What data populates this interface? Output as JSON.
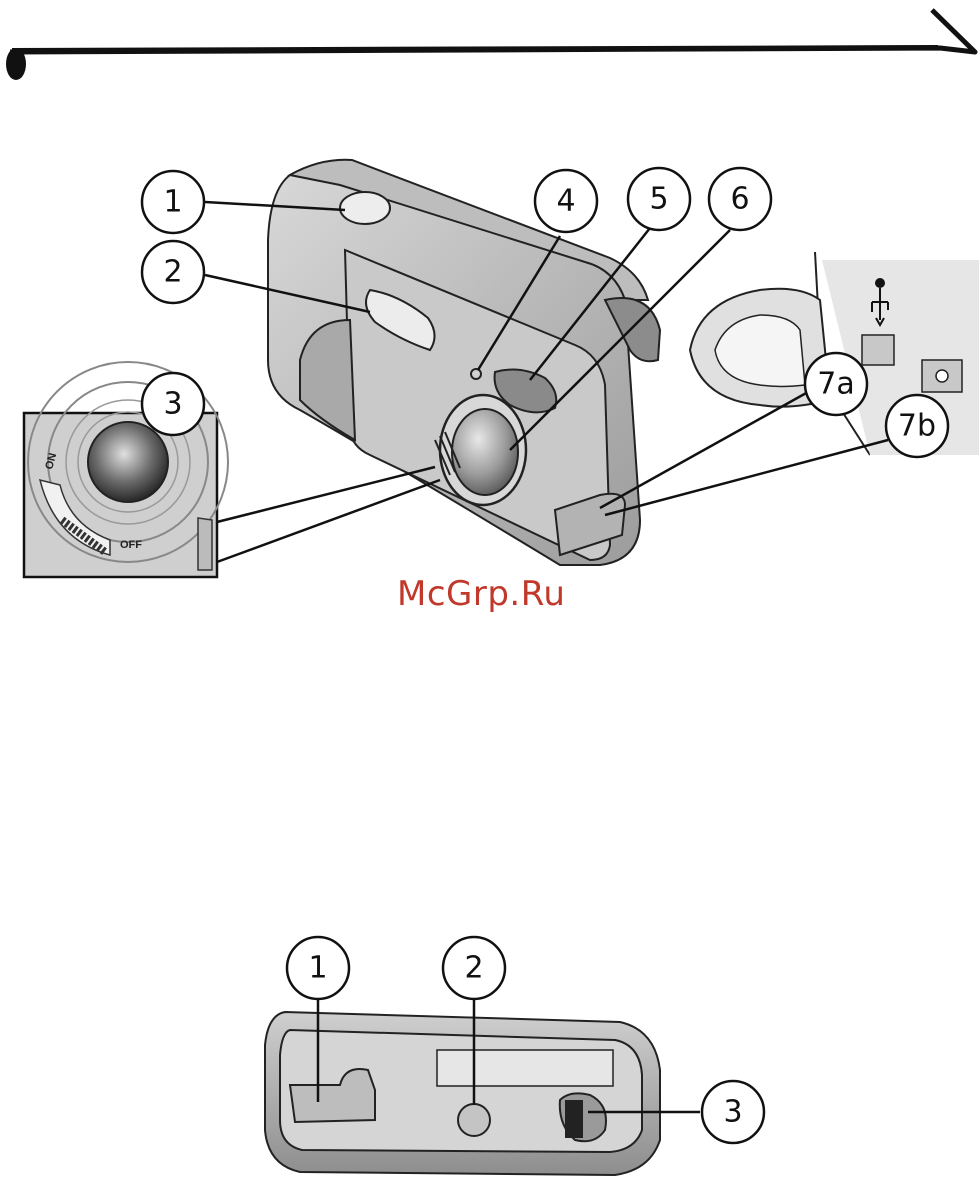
{
  "header": {
    "bar_color": "#111111"
  },
  "top_view": {
    "callouts": [
      {
        "label": "1"
      },
      {
        "label": "2"
      },
      {
        "label": "3"
      },
      {
        "label": "4"
      },
      {
        "label": "5"
      },
      {
        "label": "6"
      },
      {
        "label": "7a"
      },
      {
        "label": "7b"
      }
    ],
    "switch_labels": {
      "on": "ON",
      "off": "OFF"
    }
  },
  "watermark": {
    "text": "McGrp.Ru",
    "color": "#c0392b"
  },
  "bottom_view": {
    "callouts": [
      {
        "label": "1"
      },
      {
        "label": "2"
      },
      {
        "label": "3"
      }
    ]
  }
}
